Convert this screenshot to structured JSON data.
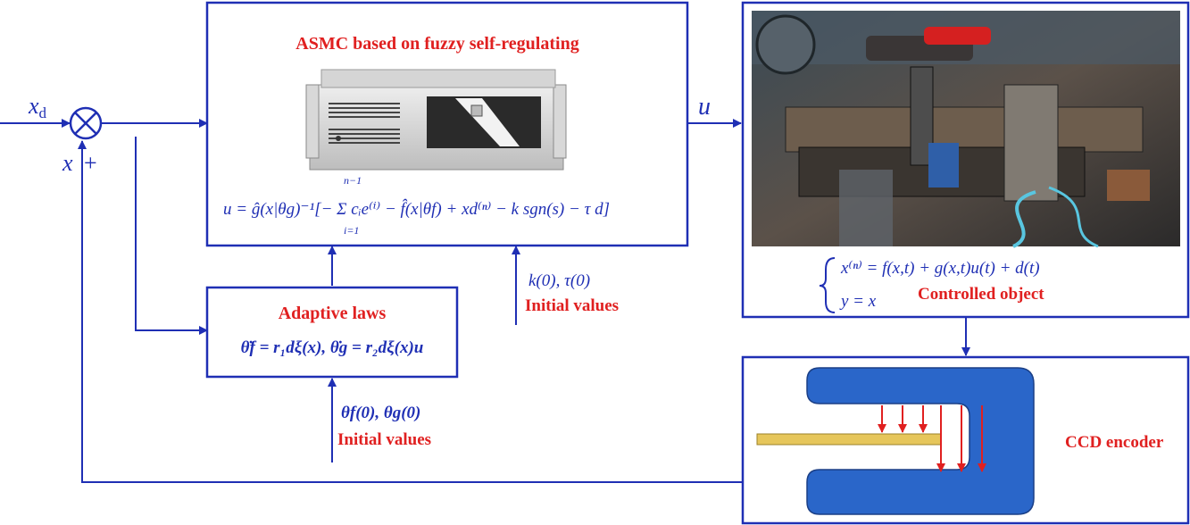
{
  "colors": {
    "line": "#1f2fb4",
    "red": "#e02020",
    "encoder_blue": "#2a66c9",
    "strip": "#e6c65b"
  },
  "signals": {
    "xd": "x",
    "xd_sub": "d",
    "x_feedback": "x",
    "plus": "+",
    "u": "u"
  },
  "asmc": {
    "title": "ASMC based on fuzzy self-regulating",
    "formula_main": "u = ĝ(x|θg)⁻¹[− Σ cᵢe⁽ⁱ⁾ − f̂(x|θf) + xd⁽ⁿ⁾ − k sgn(s) − τ d]",
    "sum_upper": "n−1",
    "sum_lower": "i=1"
  },
  "adaptive": {
    "title": "Adaptive laws",
    "formula": "θ̇f = r₁dξ(x),  θ̇g = r₂dξ(x)u"
  },
  "initial_k": {
    "values": "k(0), τ(0)",
    "label": "Initial values"
  },
  "initial_theta": {
    "values": "θf(0), θg(0)",
    "label": "Initial values"
  },
  "plant": {
    "eq1": "x⁽ⁿ⁾ = f(x,t) + g(x,t)u(t) + d(t)",
    "eq2": "y = x",
    "label": "Controlled object"
  },
  "encoder": {
    "label": "CCD encoder"
  }
}
